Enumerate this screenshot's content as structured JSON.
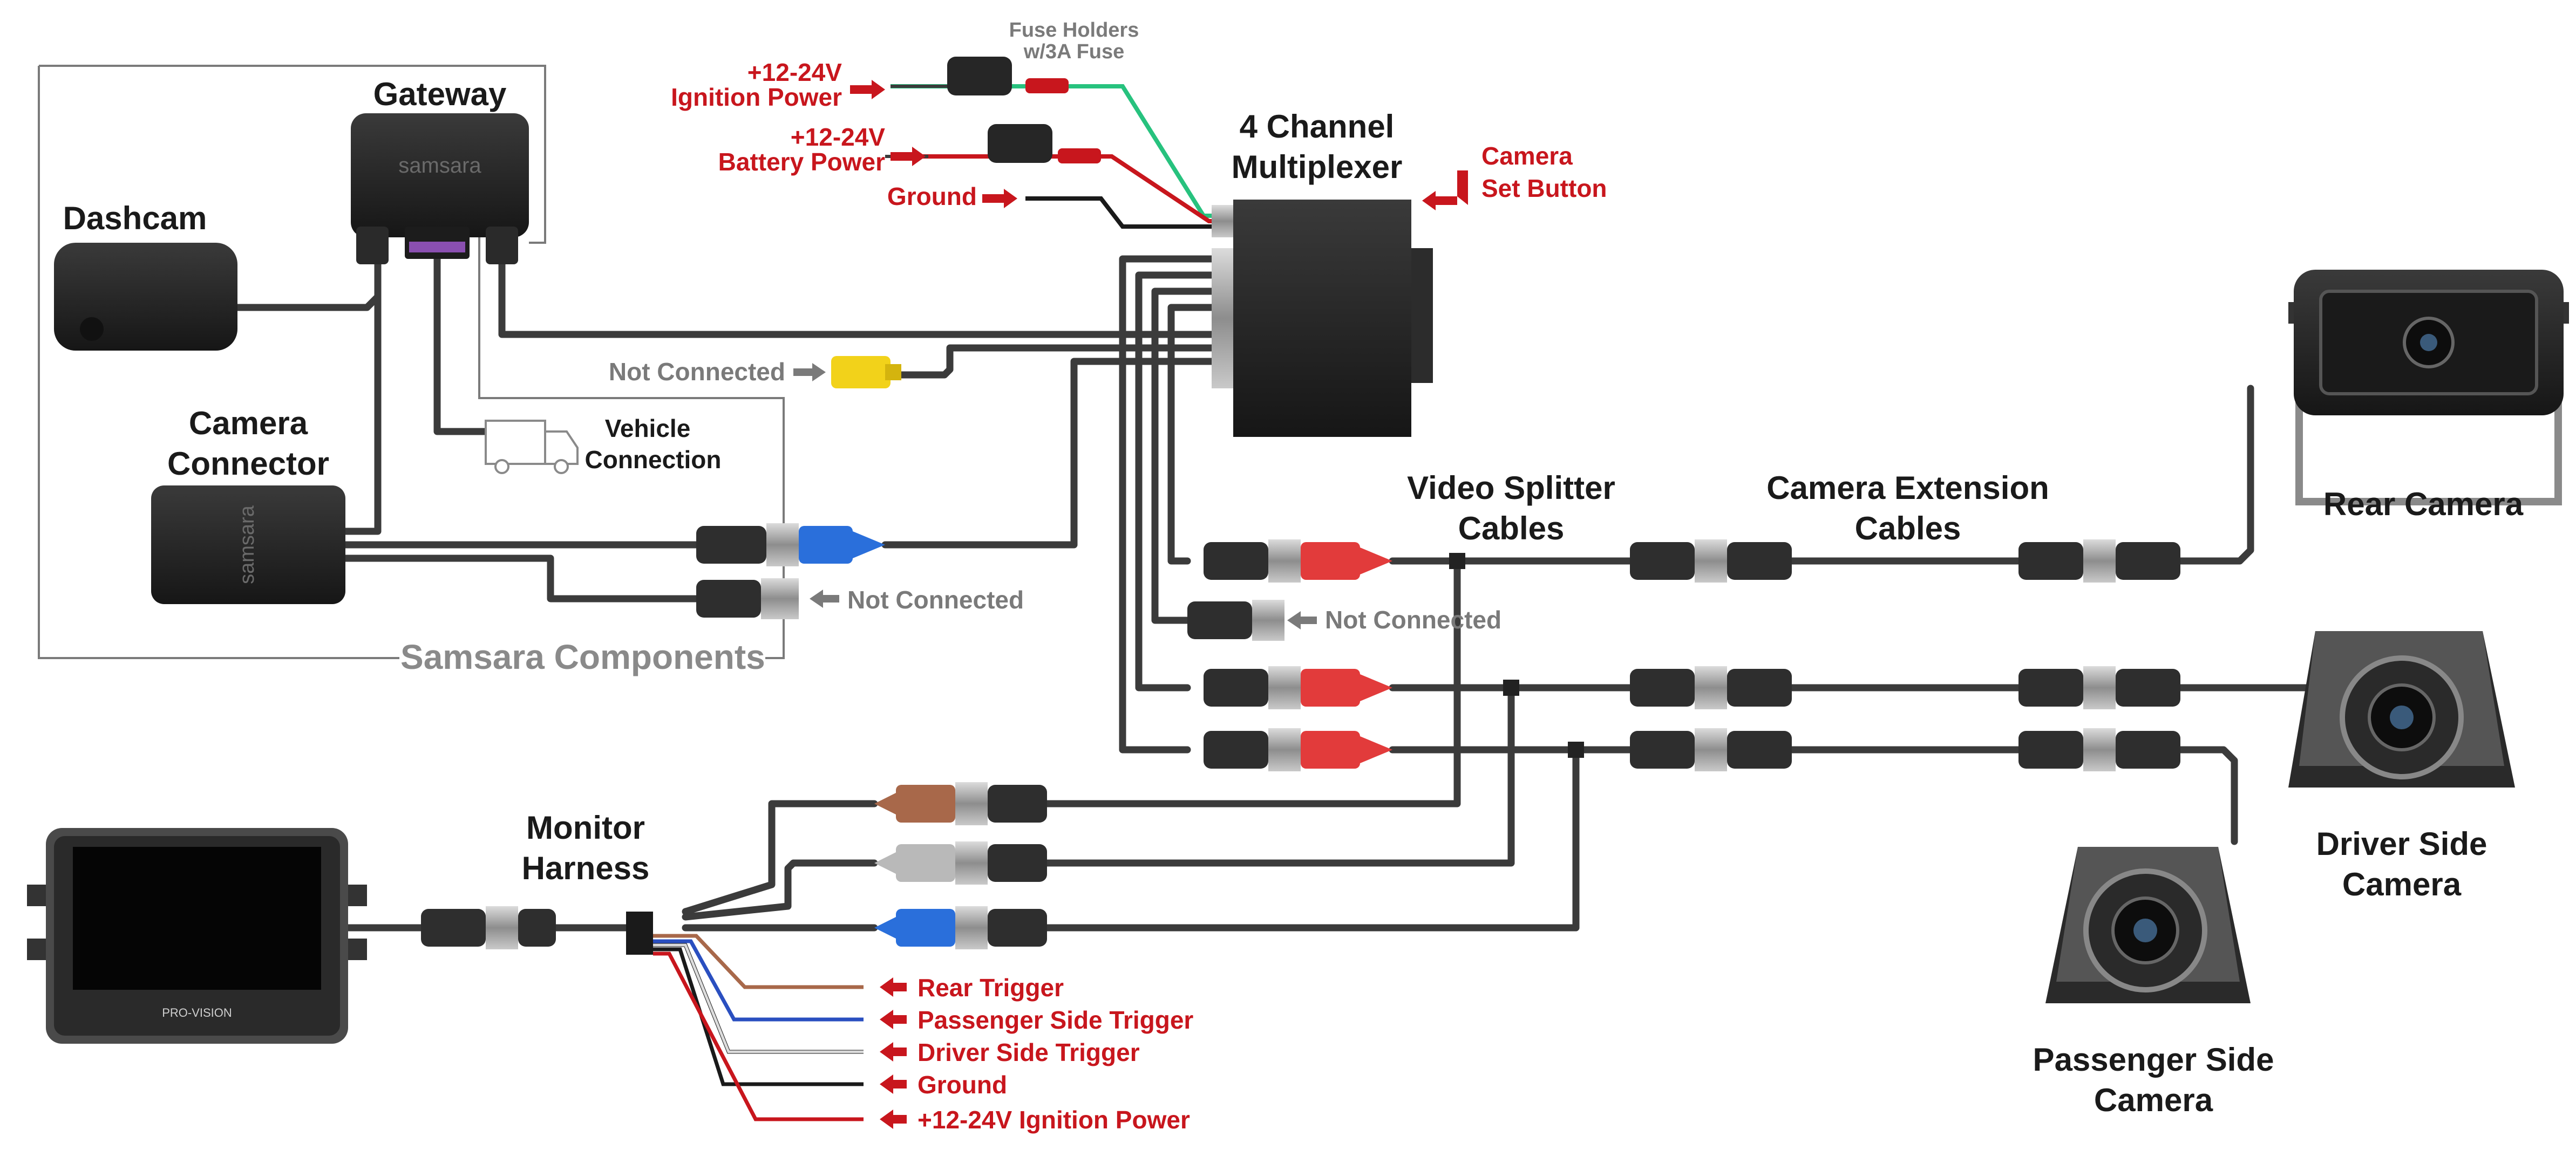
{
  "labels": {
    "gateway": "Gateway",
    "dashcam": "Dashcam",
    "camera_connector_1": "Camera",
    "camera_connector_2": "Connector",
    "vehicle_connection_1": "Vehicle",
    "vehicle_connection_2": "Connection",
    "samsara_components": "Samsara Components",
    "fuse_holders_1": "Fuse Holders",
    "fuse_holders_2": "w/3A Fuse",
    "ignition_power_1": "+12-24V",
    "ignition_power_2": "Ignition Power",
    "battery_power_1": "+12-24V",
    "battery_power_2": "Battery Power",
    "ground_top": "Ground",
    "multiplexer_1": "4 Channel",
    "multiplexer_2": "Multiplexer",
    "camera_set_button_1": "Camera",
    "camera_set_button_2": "Set Button",
    "not_connected_rca": "Not Connected",
    "not_connected_connector": "Not Connected",
    "not_connected_splitter": "Not Connected",
    "video_splitter_1": "Video Splitter",
    "video_splitter_2": "Cables",
    "camera_extension_1": "Camera Extension",
    "camera_extension_2": "Cables",
    "rear_camera": "Rear Camera",
    "driver_side_camera_1": "Driver Side",
    "driver_side_camera_2": "Camera",
    "passenger_side_camera_1": "Passenger Side",
    "passenger_side_camera_2": "Camera",
    "monitor_harness_1": "Monitor",
    "monitor_harness_2": "Harness",
    "rear_trigger": "Rear Trigger",
    "passenger_side_trigger": "Passenger Side Trigger",
    "driver_side_trigger": "Driver Side Trigger",
    "ground_bottom": "Ground",
    "ignition_power_bottom": "+12-24V Ignition Power"
  },
  "device_logos": {
    "gateway_brand": "samsara",
    "connector_brand": "samsara",
    "monitor_brand": "PRO-VISION"
  },
  "colors": {
    "label_red": "#c8161d",
    "label_gray": "#7a7a7a",
    "wire_dark": "#3b3b3b",
    "wire_green": "#27c27e",
    "wire_red": "#c8161d",
    "connector_blue": "#2a6fdb",
    "connector_red": "#e23b3b",
    "connector_brown": "#a8684a",
    "connector_light_gray": "#b9b9b9",
    "rca_yellow": "#f2d21a",
    "device_black": "#2a2a2a"
  }
}
